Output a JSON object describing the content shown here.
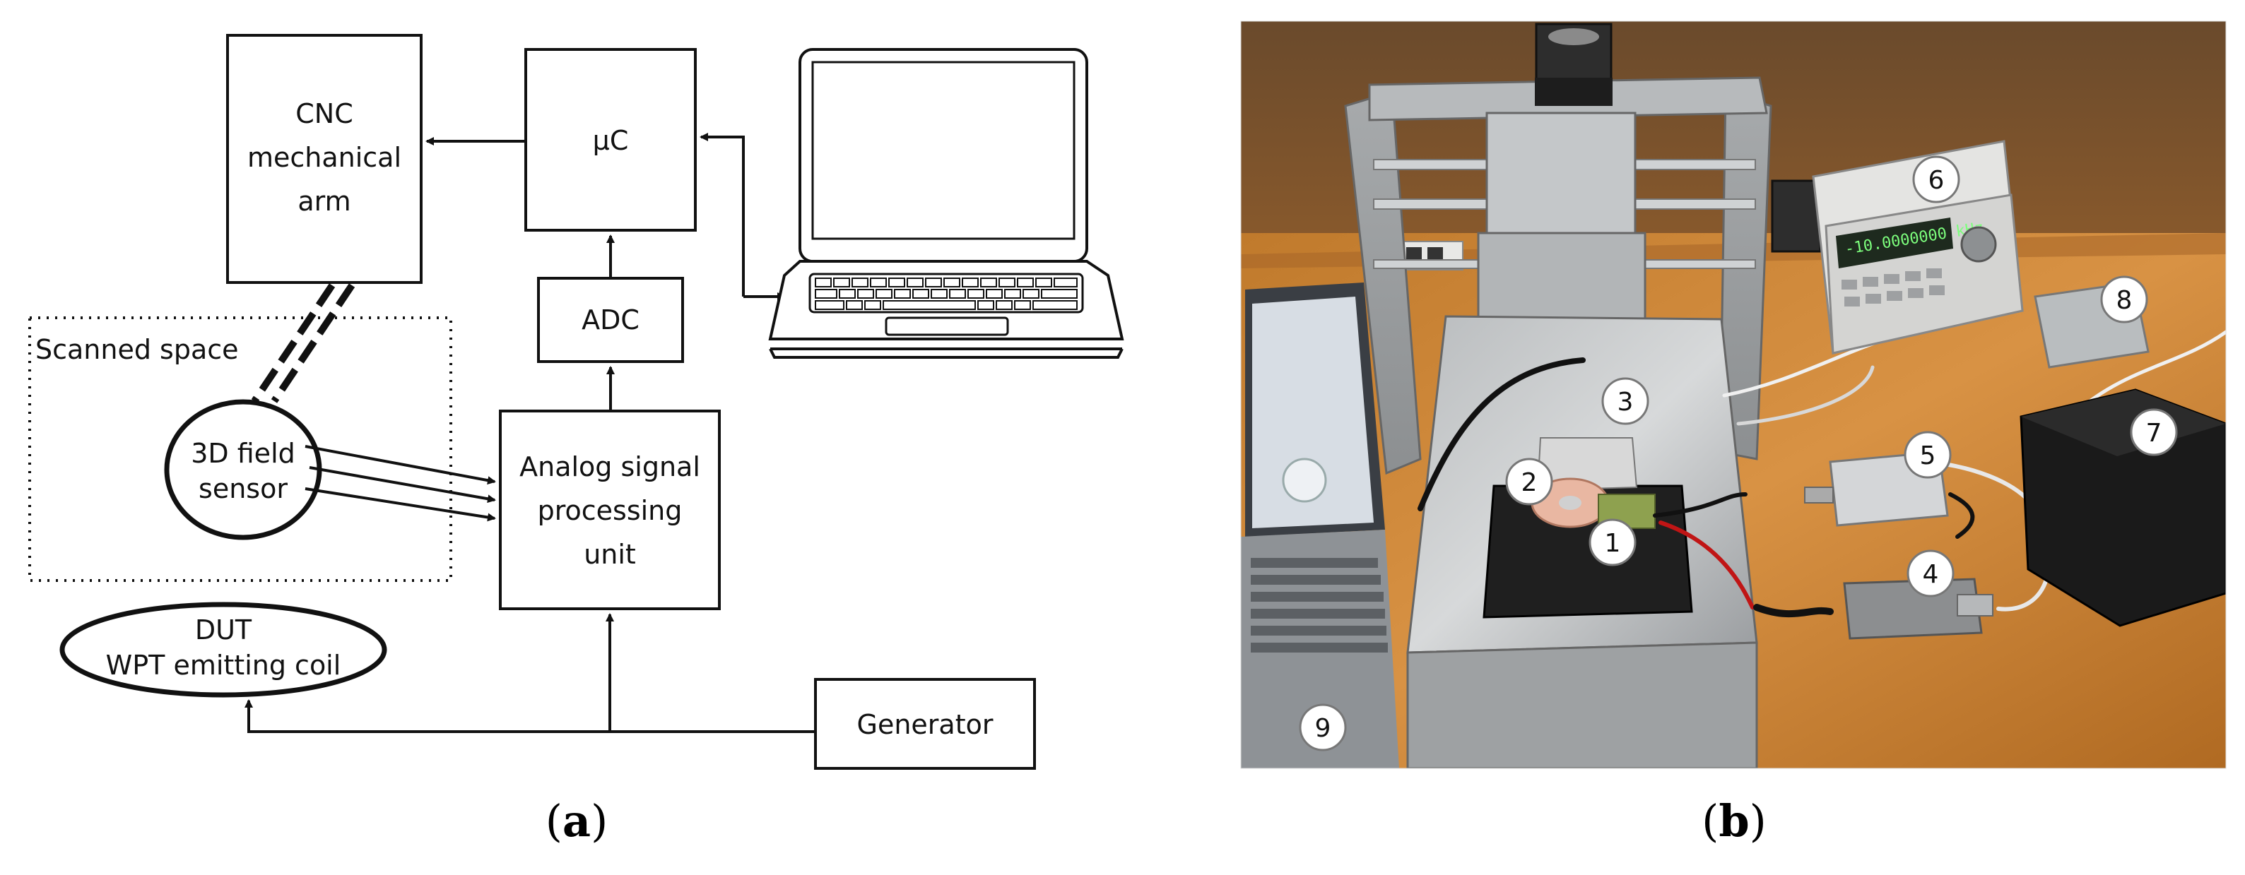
{
  "diagram": {
    "cnc_arm": [
      "CNC",
      "mechanical",
      "arm"
    ],
    "uc": "µC",
    "adc": "ADC",
    "scanned_space": "Scanned space",
    "sensor": [
      "3D field",
      "sensor"
    ],
    "analog_unit": [
      "Analog signal",
      "processing",
      "unit"
    ],
    "dut": [
      "DUT",
      "WPT emitting coil"
    ],
    "generator": "Generator"
  },
  "photo": {
    "instrument_display": "-10.0000000 kHz",
    "callouts": [
      "1",
      "2",
      "3",
      "4",
      "5",
      "6",
      "7",
      "8",
      "9"
    ]
  },
  "captions": {
    "a": {
      "open": "(",
      "letter": "a",
      "close": ")"
    },
    "b": {
      "open": "(",
      "letter": "b",
      "close": ")"
    }
  }
}
